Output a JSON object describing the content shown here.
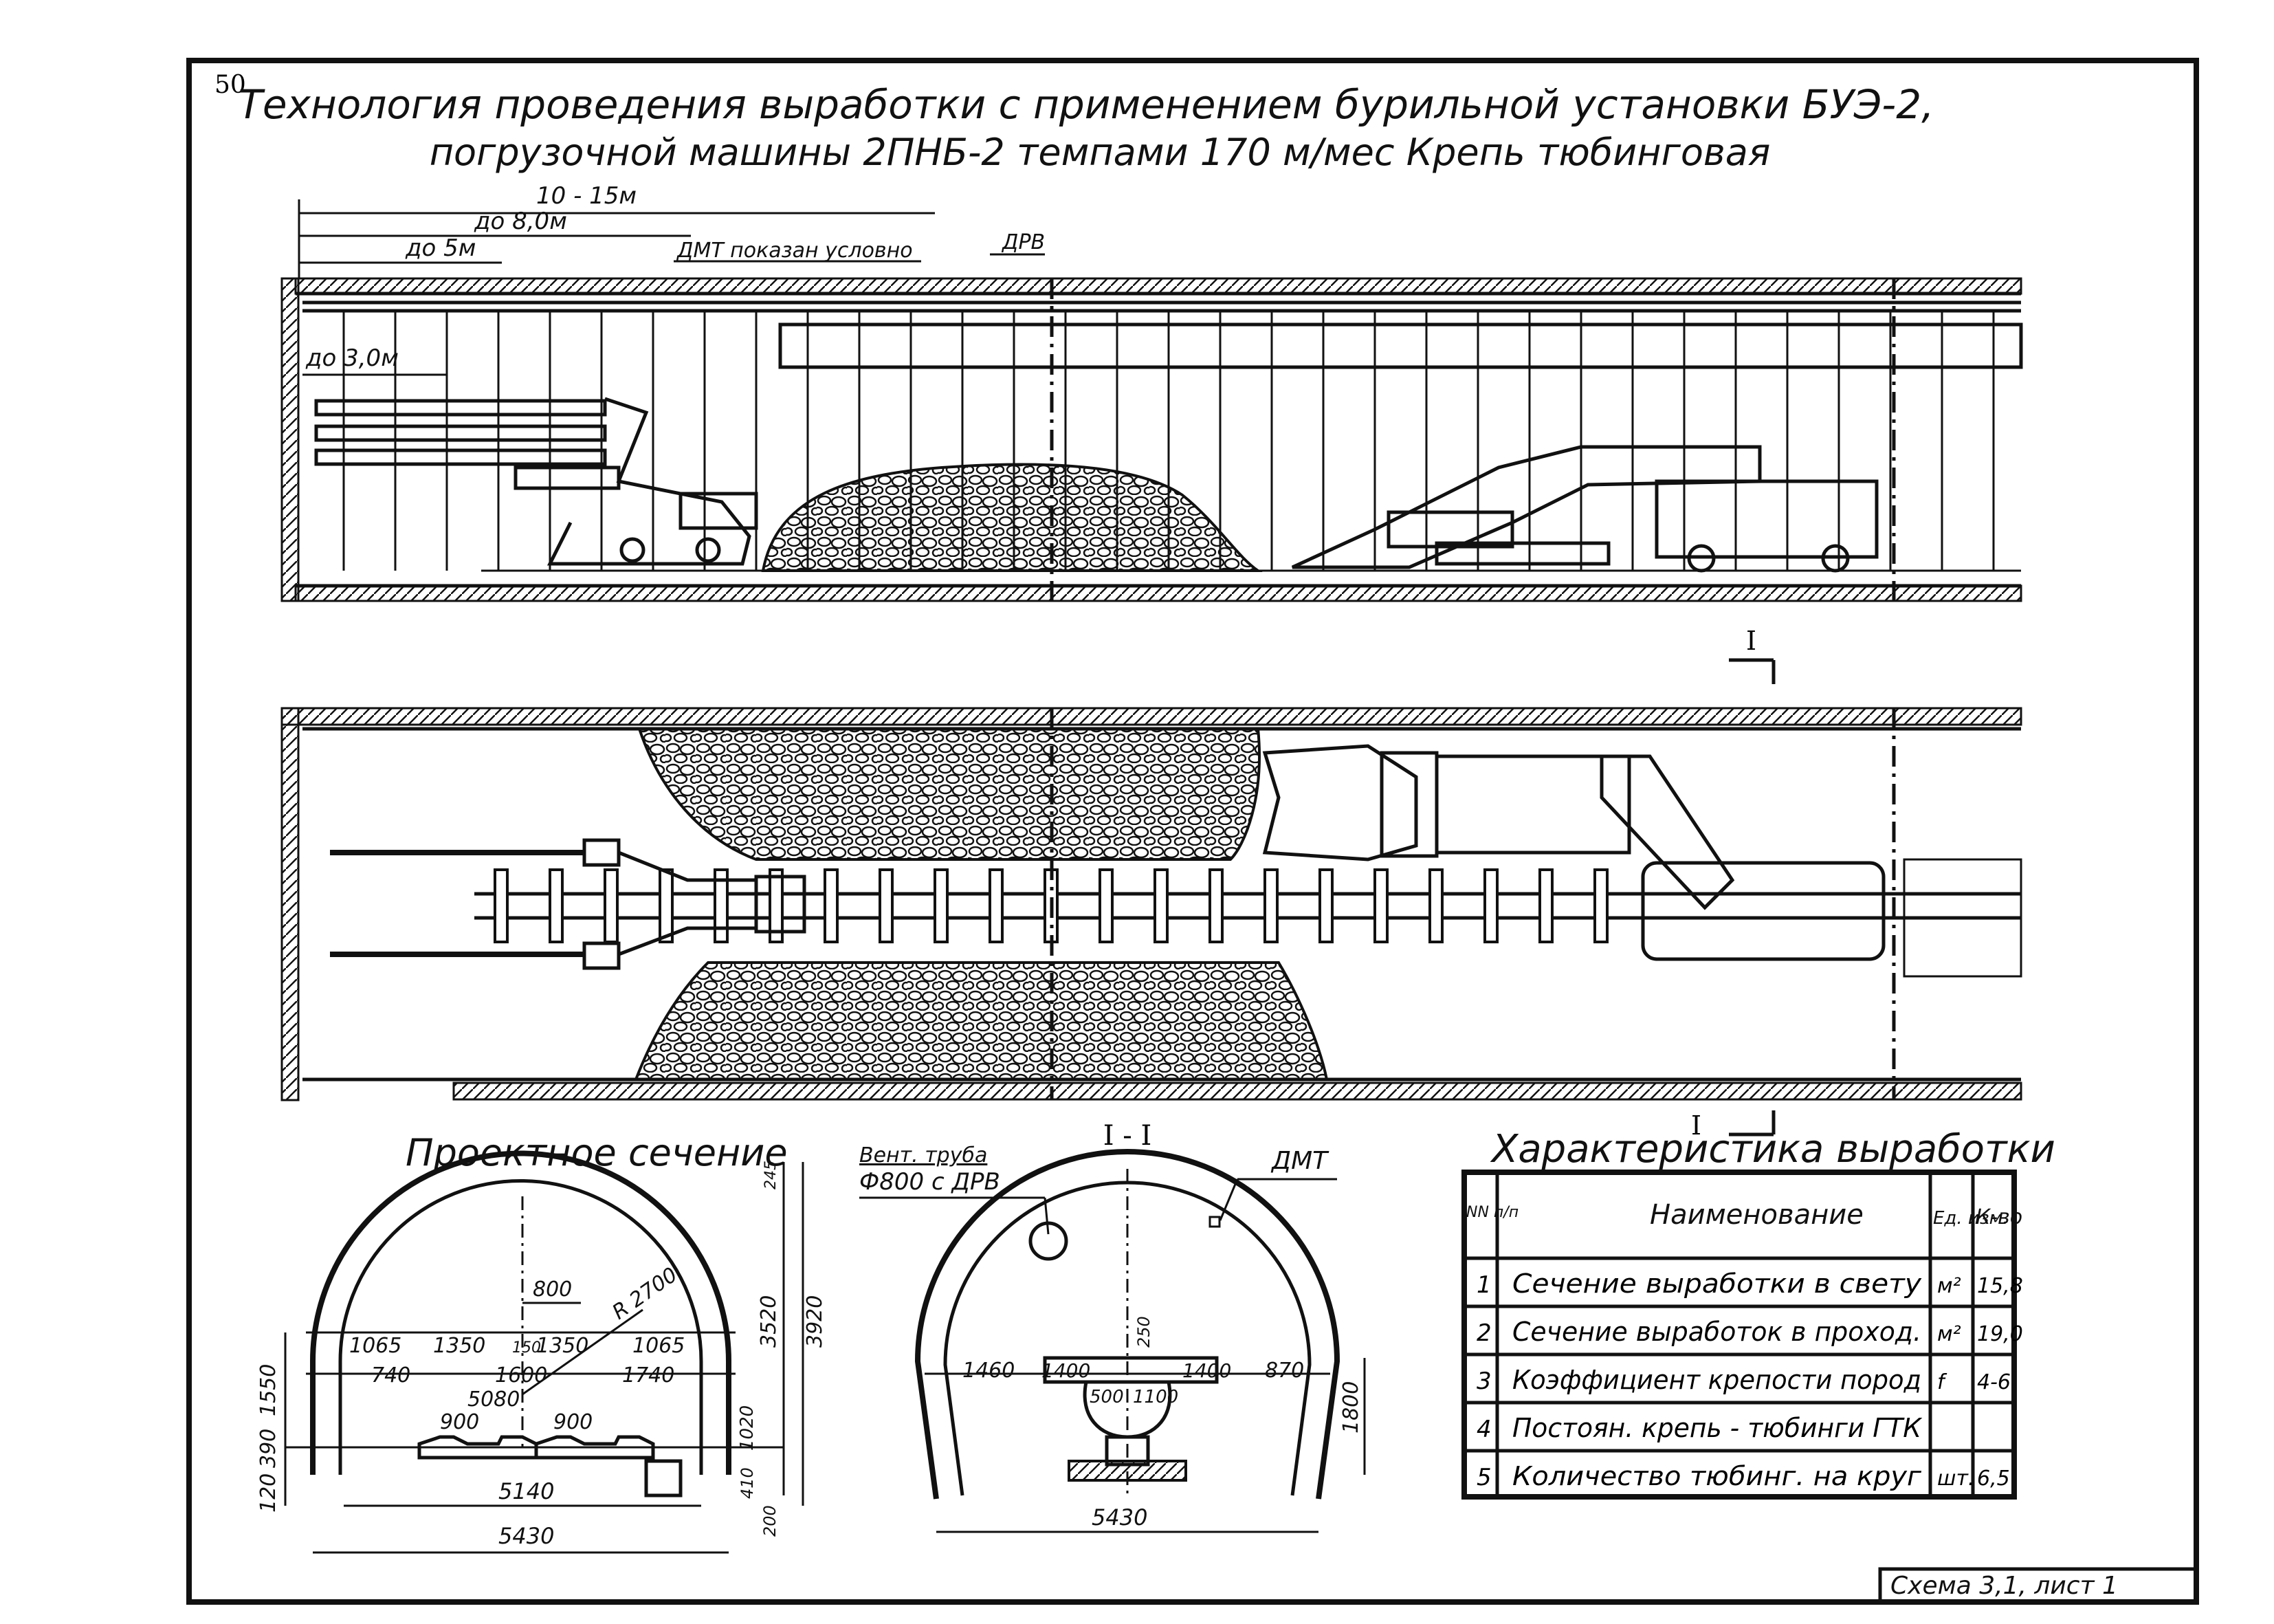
{
  "page_number": "50",
  "title_line1": "Технология проведения выработки с применением бурильной установки БУЭ-2,",
  "title_line2": "погрузочной машины 2ПНБ-2   темпами 170 м/мес Крепь тюбинговая",
  "dims_top": {
    "d1": "10 - 15м",
    "d2": "до 8,0м",
    "d3": "до 5м",
    "note_dmt": "ДМТ показан условно",
    "drv": "ДРВ",
    "d4": "до 3,0м"
  },
  "section_marks": {
    "mark": "I"
  },
  "project_section": {
    "title": "Проектное сечение",
    "d_1065a": "1065",
    "d_1350a": "1350",
    "d_150": "150",
    "d_1350b": "1350",
    "d_1065b": "1065",
    "d_740": "740",
    "d_1600": "1600",
    "d_1740": "1740",
    "d_800": "800",
    "r2700": "R 2700",
    "d_5080": "5080",
    "d_900a": "900",
    "d_900b": "900",
    "d_5140": "5140",
    "d_5430": "5430",
    "v_1550": "1550",
    "v_390": "390",
    "v_120": "120",
    "v_3520": "3520",
    "v_3920": "3920",
    "v_1020": "1020",
    "v_410": "410",
    "v_200": "200",
    "v_245": "245"
  },
  "section_1_1": {
    "title": "I - I",
    "vent_label1": "Вент. труба",
    "vent_label2": "Ф800 с ДРВ",
    "dmt": "ДМТ",
    "d_1460": "1460",
    "d_1400a": "1400",
    "d_250": "250",
    "d_1400b": "1400",
    "d_870": "870",
    "d_500": "500",
    "d_1100": "1100",
    "v_1800": "1800",
    "d_5430": "5430"
  },
  "characteristics": {
    "title": "Характеристика выработки",
    "headers": {
      "num": "NN п/п",
      "name": "Наименование",
      "unit": "Ед. изм.",
      "qty": "К-во"
    },
    "rows": [
      {
        "n": "1",
        "name": "Сечение выработки в свету",
        "unit": "м²",
        "qty": "15,8"
      },
      {
        "n": "2",
        "name": "Сечение выработок в проход.",
        "unit": "м²",
        "qty": "19,0"
      },
      {
        "n": "3",
        "name": "Коэффициент крепости пород",
        "unit": "f",
        "qty": "4-6"
      },
      {
        "n": "4",
        "name": "Постоян. крепь - тюбинги ГТК",
        "unit": "",
        "qty": ""
      },
      {
        "n": "5",
        "name": "Количество тюбинг. на круг",
        "unit": "шт.",
        "qty": "6,5"
      }
    ]
  },
  "stamp": "Схема 3,1, лист 1"
}
